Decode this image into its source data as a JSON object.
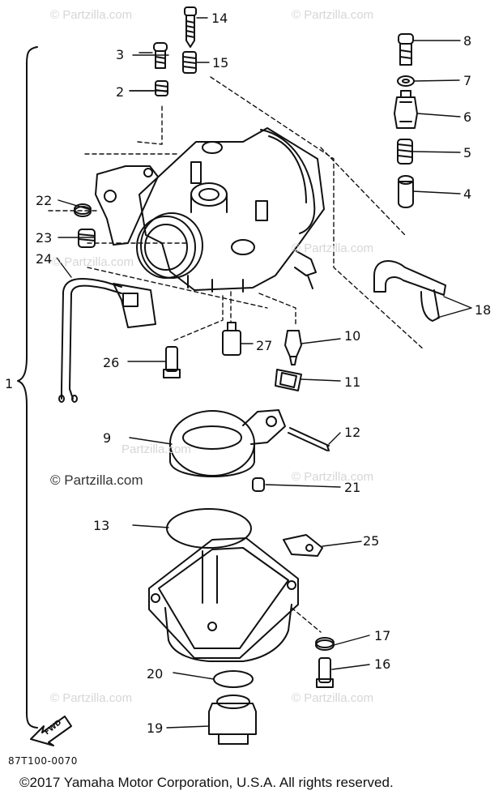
{
  "diagram": {
    "part_labels": [
      "14",
      "3",
      "15",
      "8",
      "2",
      "7",
      "6",
      "5",
      "4",
      "22",
      "23",
      "24",
      "18",
      "10",
      "26",
      "27",
      "11",
      "1",
      "9",
      "12",
      "21",
      "13",
      "25",
      "17",
      "16",
      "20",
      "19"
    ],
    "watermark": "© Partzilla.com",
    "watermark_short": "Partzilla.com",
    "fwd_label": "FWD",
    "drawing_code": "87T100-0070",
    "copyright": "©2017  Yamaha Motor Corporation, U.S.A. All rights reserved."
  }
}
